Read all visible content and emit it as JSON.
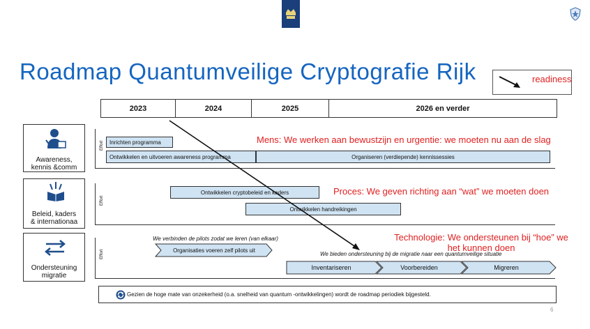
{
  "slide": {
    "title": "Roadmap Quantumveilige Cryptografie Rijk",
    "readiness": "readiness",
    "page_number": "6"
  },
  "timeline": {
    "years": [
      "2023",
      "2024",
      "2025",
      "2026 en verder"
    ]
  },
  "sections": {
    "mens": {
      "label": "Awareness,\nkennis &comm",
      "statement": "Mens: We werken aan bewustzijn en urgentie: we moeten nu aan de slag",
      "bars": [
        "Inrichten programma",
        "Ontwikkelen en uitvoeren awareness programma",
        "Organiseren (verdiepende) kennissessies"
      ]
    },
    "proces": {
      "label": "Beleid, kaders\n& internationaa",
      "statement": "Proces: We geven richting aan “wat” we moeten doen",
      "bars": [
        "Ontwikkelen cryptobeleid en kaders",
        "Ontwikkelen handreikingen"
      ]
    },
    "technologie": {
      "label": "Ondersteuning\nmigratie",
      "statement": "Technologie: We ondersteunen bij “hoe” we\nhet kunnen doen",
      "note1": "We verbinden de pilots zodat we leren (van elkaar)",
      "bar": "Organisaties voeren zelf pilots uit",
      "note2": "We bieden ondersteuning bij de migratie naar een quantumveilige situatie",
      "phases": [
        "Inventariseren",
        "Voorbereiden",
        "Migreren"
      ]
    }
  },
  "effort_label": "Effort",
  "footer": "Gezien de hoge mate van onzekerheid (o.a. snelheid van   quantum -ontwikkelingen) wordt de roadmap periodiek bijgesteld.",
  "colors": {
    "title": "#1565c0",
    "statement": "#e02020",
    "bar_fill": "#cfe3f3"
  }
}
